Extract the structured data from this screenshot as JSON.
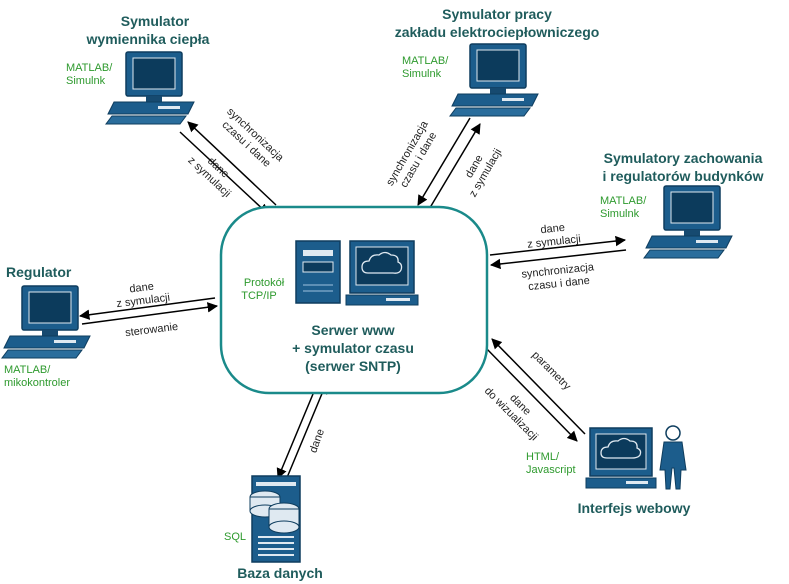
{
  "colors": {
    "title": "#1f5c5c",
    "tech": "#2e9a2e",
    "device": "#1c5d8c",
    "device_dark": "#0e3d5e",
    "server_border": "#1a8a8a"
  },
  "server": {
    "line1": "Serwer  www",
    "line2": "+ symulator czasu",
    "line3": "(serwer SNTP)",
    "protocol1": "Protokół",
    "protocol2": "TCP/IP"
  },
  "nodes": {
    "heat_exchanger": {
      "title1": "Symulator",
      "title2": "wymiennika ciepła",
      "tech1": "MATLAB/",
      "tech2": "Simulnk"
    },
    "chp_plant": {
      "title1": "Symulator pracy",
      "title2": "zakładu elektrociepłowniczego",
      "tech1": "MATLAB/",
      "tech2": "Simulnk"
    },
    "buildings": {
      "title1": "Symulatory zachowania",
      "title2": "i regulatorów budynków",
      "tech1": "MATLAB/",
      "tech2": "Simulnk"
    },
    "regulator": {
      "title": "Regulator",
      "tech1": "MATLAB/",
      "tech2": "mikokontroler"
    },
    "database": {
      "title": "Baza danych",
      "tech": "SQL"
    },
    "web": {
      "title": "Interfejs webowy",
      "tech1": "HTML/",
      "tech2": "Javascript"
    }
  },
  "edges": {
    "heat_exchanger": {
      "a1": "synchronizacja",
      "a2": "czasu i dane",
      "b1": "dane",
      "b2": "z symulacji"
    },
    "chp_plant": {
      "a1": "synchronizacja",
      "a2": "czasu i dane",
      "b1": "dane",
      "b2": "z symulacji"
    },
    "buildings": {
      "a1": "dane",
      "a2": "z symulacji",
      "b1": "synchronizacja",
      "b2": "czasu i dane"
    },
    "regulator": {
      "a1": "dane",
      "a2": "z symulacji",
      "b1": "sterowanie"
    },
    "database": {
      "a1": "dane"
    },
    "web": {
      "a1": "parametry",
      "b1": "dane",
      "b2": "do wizualizacji"
    }
  }
}
